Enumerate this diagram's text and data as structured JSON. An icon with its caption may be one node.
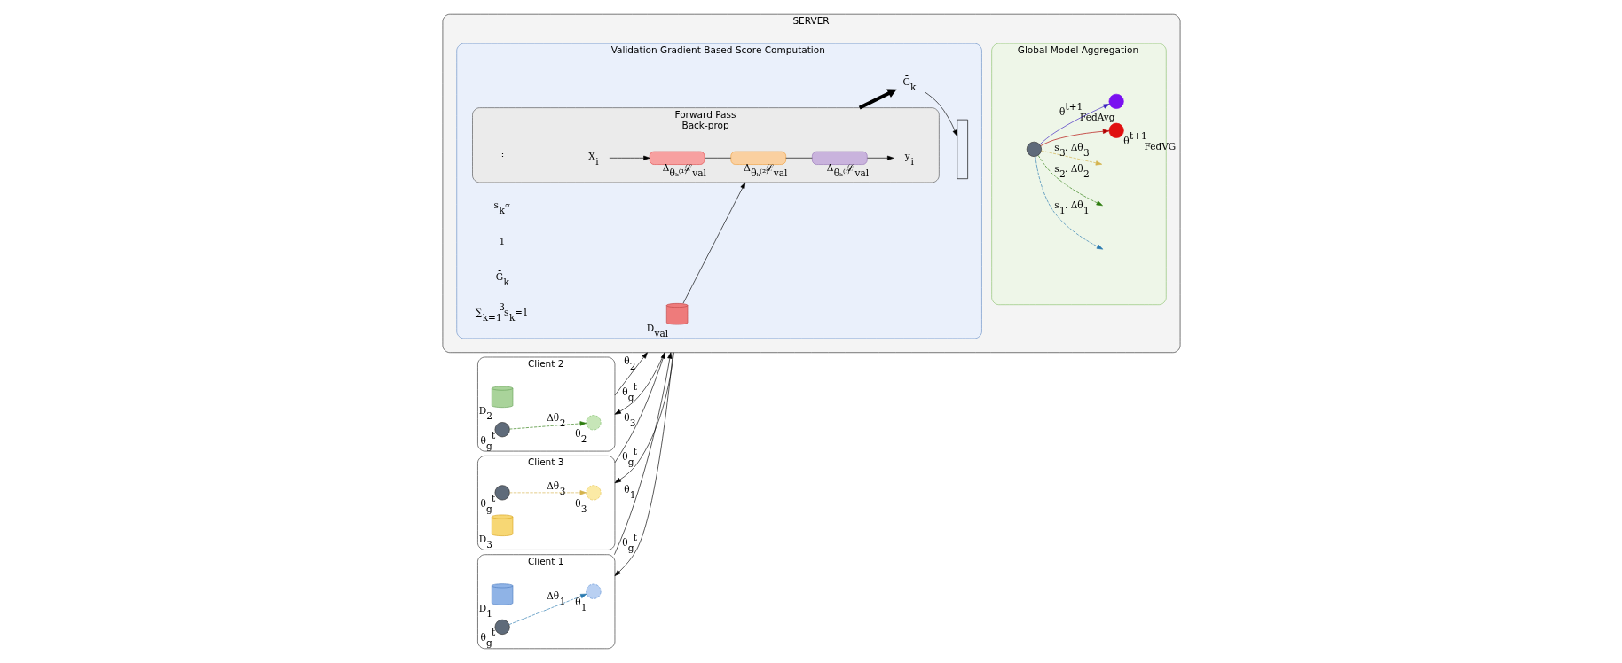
{
  "diagram": {
    "nodes": [
      {
        "text": [
          "Client 1"
        ]
      },
      {
        "text": [],
        "shape": "circle",
        "in": 0,
        "beside": [
          "θ$_{1}$"
        ]
      },
      {
        "text": [],
        "shape": "cylinder",
        "in": 0,
        "beside": [
          "D$_{1}$"
        ]
      },
      {
        "text": [],
        "shape": "circle",
        "in": 0,
        "beside": [
          "θ$_{g}$$^{t}$"
        ]
      },
      {
        "text": [
          "Client 2"
        ]
      },
      {
        "text": [],
        "shape": "cylinder",
        "in": 4,
        "beside": [
          "D$_{2}$"
        ]
      },
      {
        "text": [],
        "shape": "circle",
        "in": 4,
        "beside": [
          "θ$_{2}$"
        ]
      },
      {
        "text": [],
        "shape": "circle",
        "in": 4,
        "beside": [
          "θ$_{g}$$^{t}$"
        ]
      },
      {
        "text": [
          "Client 3"
        ]
      },
      {
        "text": [],
        "shape": "circle",
        "in": 8,
        "beside": [
          "θ$_{g}$$^{t}$"
        ]
      },
      {
        "text": [],
        "shape": "cylinder",
        "in": 8,
        "beside": [
          "D$_{3}$"
        ]
      },
      {
        "text": [],
        "shape": "circle",
        "in": 8,
        "beside": [
          "θ$_{3}$"
        ]
      },
      {
        "text": [
          "SERVER"
        ]
      },
      {
        "text": [
          "Validation Gradient Based Score Computation"
        ],
        "in": 12
      },
      {
        "text": [
          "Global Model Aggregation"
        ],
        "in": 12
      },
      {
        "text": [],
        "shape": "cylinder",
        "in": 13,
        "beside": [
          "D$_{val}$"
        ]
      },
      {
        "text": [
          "Forward Pass",
          "Back-prop"
        ],
        "in": 13
      },
      {
        "text": [
          "X$_{i}$"
        ],
        "in": 16
      },
      {
        "text": [],
        "shape": "box",
        "in": 16,
        "beside": [
          "Δ$_{θₖ⁽¹⁾}$ℒ$_{val}$"
        ]
      },
      {
        "text": [],
        "shape": "box",
        "in": 16,
        "beside": [
          "Δ$_{θₖ⁽²⁾}$ℒ$_{val}$"
        ]
      },
      {
        "text": [],
        "shape": "box",
        "in": 16,
        "beside": [
          "Δ$_{θₖ⁽ˡ⁾}$ℒ$_{val}$"
        ]
      },
      {
        "text": [
          "ỹ$_{i}$"
        ],
        "in": 16
      },
      {
        "text": [
          "Ḡ$_{k}$"
        ],
        "in": 13
      },
      {
        "text": [],
        "shape": "bar",
        "in": 13
      },
      {
        "text": [],
        "shape": "circle",
        "in": 14
      },
      {
        "text": [],
        "shape": "circle",
        "in": 14,
        "beside": [
          "θ$^{t+1}$$_{FedVG}$"
        ]
      },
      {
        "text": [],
        "shape": "circle",
        "in": 14,
        "beside": [
          "θ$^{t+1}$$_{FedAvg}$"
        ]
      }
    ],
    "edges": [
      {
        "from": 3,
        "to": 1,
        "arrow": "to",
        "label": "Δθ$_{1}$",
        "style": "dashed",
        "color": "#2a7ab0"
      },
      {
        "from": 7,
        "to": 6,
        "arrow": "to",
        "label": "Δθ$_{2}$",
        "style": "dashed",
        "color": "#2e7d0f"
      },
      {
        "from": 9,
        "to": 11,
        "arrow": "to",
        "label": "Δθ$_{3}$",
        "style": "dashed",
        "color": "#d4b24c"
      },
      {
        "from": 0,
        "to": 12,
        "arrow": "to",
        "label": "θ$_{1}$"
      },
      {
        "from": 12,
        "to": 0,
        "arrow": "to",
        "label": "θ$_{g}$$^{t}$"
      },
      {
        "from": 4,
        "to": 12,
        "arrow": "to",
        "label": "θ$_{2}$"
      },
      {
        "from": 12,
        "to": 4,
        "arrow": "to",
        "label": "θ$_{g}$$^{t}$"
      },
      {
        "from": 8,
        "to": 12,
        "arrow": "to",
        "label": "θ$_{3}$"
      },
      {
        "from": 12,
        "to": 8,
        "arrow": "to",
        "label": "θ$_{g}$$^{t}$"
      },
      {
        "from": 15,
        "to": 16,
        "arrow": "to"
      },
      {
        "from": 17,
        "to": 18,
        "arrow": "to"
      },
      {
        "from": 18,
        "to": 19,
        "arrow": "none"
      },
      {
        "from": 19,
        "to": 20,
        "arrow": "none"
      },
      {
        "from": 20,
        "to": 21,
        "arrow": "to"
      },
      {
        "from": 16,
        "to": 22,
        "arrow": "to",
        "style": "thick"
      },
      {
        "from": 22,
        "to": 23,
        "arrow": "to"
      },
      {
        "from": 24,
        "to": null,
        "arrow": "to",
        "label": "s$_{1}$. Δθ$_{1}$",
        "style": "dashed",
        "color": "#2a7ab0"
      },
      {
        "from": 24,
        "to": 25,
        "arrow": "to",
        "color": "#b30000"
      },
      {
        "from": 24,
        "to": 26,
        "arrow": "to",
        "color": "#3b1fc1"
      },
      {
        "from": 24,
        "to": null,
        "arrow": "to",
        "label": "s$_{2}$. Δθ$_{2}$",
        "style": "dashed",
        "color": "#2e7d0f"
      },
      {
        "from": 24,
        "to": null,
        "arrow": "to",
        "label": "s$_{3}$. Δθ$_{3}$",
        "style": "dashed",
        "color": "#d4b24c"
      }
    ],
    "labels": [
      "s$_{k}$∝",
      "1",
      "Ḡ$_{k}$",
      "⋮",
      "∑$_{k=1}$$^{3}$s$_{k}$=1"
    ]
  }
}
